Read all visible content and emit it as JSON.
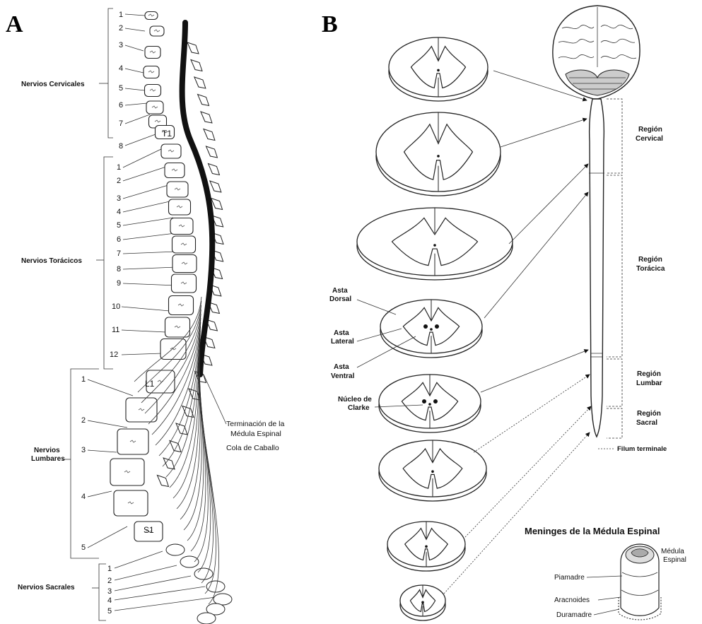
{
  "panels": {
    "a": "A",
    "b": "B"
  },
  "left": {
    "groups": {
      "cervical": "Nervios Cervicales",
      "thoracic": "Nervios Torácicos",
      "lumbar_1": "Nervios",
      "lumbar_2": "Lumbares",
      "sacral": "Nervios Sacrales"
    },
    "cervical_numbers": [
      "1",
      "2",
      "3",
      "4",
      "5",
      "6",
      "7",
      "8"
    ],
    "thoracic_numbers": [
      "1",
      "2",
      "3",
      "4",
      "5",
      "6",
      "7",
      "8",
      "9",
      "10",
      "11",
      "12"
    ],
    "lumbar_numbers": [
      "1",
      "2",
      "3",
      "4",
      "5"
    ],
    "sacral_numbers": [
      "1",
      "2",
      "3",
      "4",
      "5"
    ],
    "vertebra_labels": {
      "t1": "T1",
      "l1": "L1",
      "s1": "S1"
    },
    "termination_1": "Terminación de la",
    "termination_2": "Médula Espinal",
    "cauda": "Cola de Caballo"
  },
  "right": {
    "regions": {
      "cervical_1": "Región",
      "cervical_2": "Cervical",
      "thoracic_1": "Región",
      "thoracic_2": "Torácica",
      "lumbar_1": "Región",
      "lumbar_2": "Lumbar",
      "sacral_1": "Región",
      "sacral_2": "Sacral"
    },
    "filum": "Filum terminale",
    "section_labels": {
      "dorsal_1": "Asta",
      "dorsal_2": "Dorsal",
      "lateral_1": "Asta",
      "lateral_2": "Lateral",
      "ventral_1": "Asta",
      "ventral_2": "Ventral",
      "clarke_1": "Núcleo de",
      "clarke_2": "Clarke"
    },
    "meninges": {
      "title": "Meninges de la Médula Espinal",
      "cord_1": "Médula",
      "cord_2": "Espinal",
      "pia": "Piamadre",
      "arachnoid": "Aracnoides",
      "dura": "Duramadre"
    }
  }
}
